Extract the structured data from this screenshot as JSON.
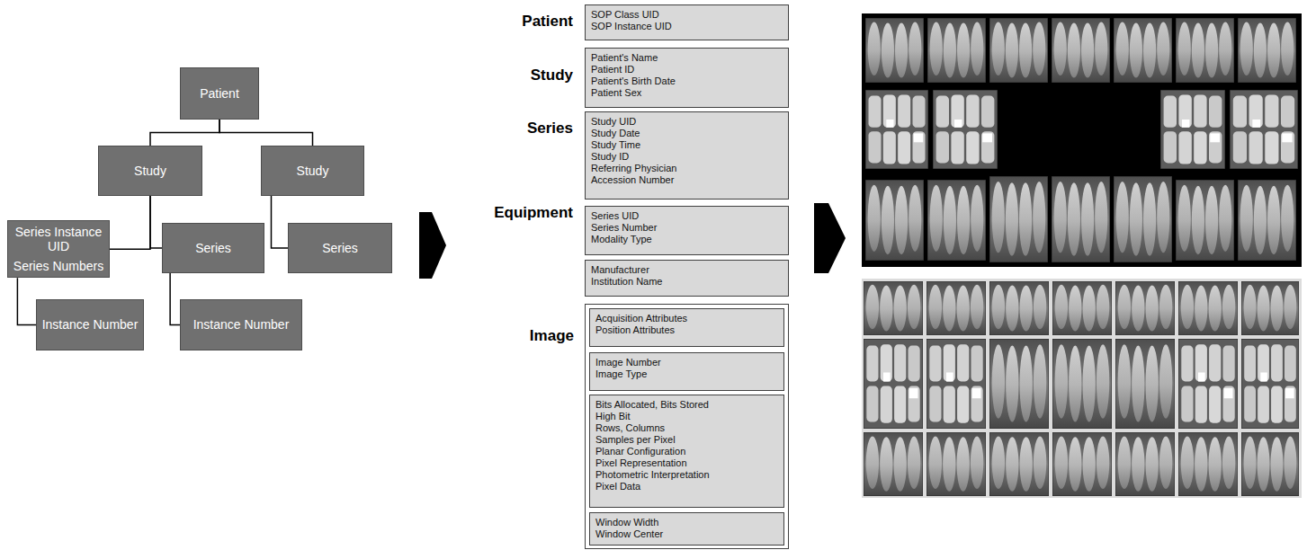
{
  "diagram": {
    "nodes": [
      {
        "text": [
          "Patient"
        ]
      },
      {
        "text": [
          "Study"
        ]
      },
      {
        "text": [
          "Study"
        ]
      },
      {
        "text": [
          "Series Instance UID",
          "Series Numbers"
        ]
      },
      {
        "text": [
          "Series"
        ]
      },
      {
        "text": [
          "Series"
        ]
      },
      {
        "text": [
          "Instance Number"
        ]
      },
      {
        "text": [
          "Instance Number"
        ]
      },
      {
        "text": [
          "SOP Class UID",
          "SOP Instance UID"
        ]
      },
      {
        "text": [
          "Patient's Name",
          "Patient ID",
          "Patient's Birth Date",
          "Patient Sex"
        ]
      },
      {
        "text": [
          "Study UID",
          "Study Date",
          "Study Time",
          "Study ID",
          "Referring Physician",
          "Accession Number"
        ]
      },
      {
        "text": [
          "Series UID",
          "Series Number",
          "Modality Type"
        ]
      },
      {
        "text": [
          "Manufacturer",
          "Institution Name"
        ]
      },
      {
        "text": [
          "Image"
        ]
      },
      {
        "text": [
          "Acquisition Attributes",
          "Position Attributes"
        ],
        "in": 13
      },
      {
        "text": [
          "Image Number",
          "Image Type"
        ],
        "in": 13
      },
      {
        "text": [
          "Bits Allocated, Bits Stored",
          "High Bit",
          "Rows, Columns",
          "Samples per Pixel",
          "Planar Configuration",
          "Pixel Representation",
          "Photometric Interpretation",
          "Pixel Data"
        ],
        "in": 13
      },
      {
        "text": [
          "Window Width",
          "Window Center"
        ],
        "in": 13
      }
    ],
    "edges": [
      {
        "from": 0,
        "to": 1,
        "arrow": "none"
      },
      {
        "from": 0,
        "to": 2,
        "arrow": "none"
      },
      {
        "from": 1,
        "to": 3,
        "arrow": "none"
      },
      {
        "from": 1,
        "to": 4,
        "arrow": "none"
      },
      {
        "from": 2,
        "to": 5,
        "arrow": "none"
      },
      {
        "from": 3,
        "to": 6,
        "arrow": "none"
      },
      {
        "from": 4,
        "to": 7,
        "arrow": "none"
      }
    ],
    "labels": [
      "Patient",
      "Study",
      "Series",
      "Equipment"
    ]
  }
}
